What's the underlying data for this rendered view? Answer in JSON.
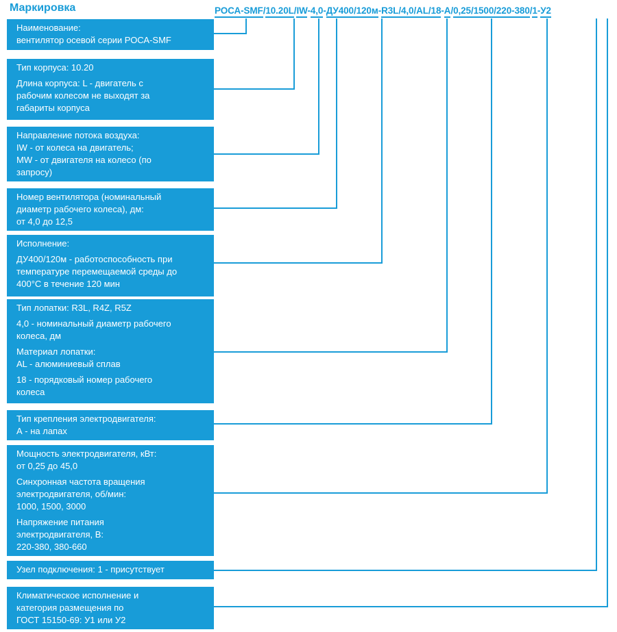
{
  "title": "Маркировка",
  "colors": {
    "accent": "#189cd8",
    "text_on_accent": "#ffffff",
    "background": "#ffffff"
  },
  "code": {
    "full": "РОСА-SMF/10.20L/IW-4,0-ДУ400/120м-R3L/4,0/AL/18-А/0,25/1500/220-380/1-У2",
    "parts": [
      {
        "text": "РОСА-SMF",
        "underlined": true
      },
      {
        "text": "/",
        "underlined": false
      },
      {
        "text": "10.20L",
        "underlined": true
      },
      {
        "text": "/",
        "underlined": false
      },
      {
        "text": "IW",
        "underlined": true
      },
      {
        "text": "-",
        "underlined": false
      },
      {
        "text": "4,0",
        "underlined": true
      },
      {
        "text": "-",
        "underlined": false
      },
      {
        "text": "ДУ400/120м",
        "underlined": true
      },
      {
        "text": "-",
        "underlined": false
      },
      {
        "text": "R3L/4,0/AL/18",
        "underlined": true
      },
      {
        "text": "-",
        "underlined": false
      },
      {
        "text": "А",
        "underlined": true
      },
      {
        "text": "/",
        "underlined": false
      },
      {
        "text": "0,25/1500/220-380",
        "underlined": true
      },
      {
        "text": "/",
        "underlined": false
      },
      {
        "text": "1",
        "underlined": true
      },
      {
        "text": "-",
        "underlined": false
      },
      {
        "text": "У2",
        "underlined": true
      }
    ]
  },
  "boxes": [
    {
      "key": "name",
      "paragraphs": [
        "Наименование:\nвентилятор осевой серии РОСА-SMF"
      ]
    },
    {
      "key": "housing",
      "paragraphs": [
        "Тип корпуса: 10.20",
        "Длина корпуса: L - двигатель с\nрабочим колесом не выходят за\nгабариты корпуса"
      ]
    },
    {
      "key": "airflow",
      "paragraphs": [
        "Направление потока воздуха:\nIW - от колеса на двигатель;\nMW - от двигателя на колесо (по\nзапросу)"
      ]
    },
    {
      "key": "fan-number",
      "paragraphs": [
        "Номер вентилятора (номинальный\nдиаметр рабочего колеса), дм:\nот 4,0 до 12,5"
      ]
    },
    {
      "key": "execution",
      "paragraphs": [
        "Исполнение:",
        "ДУ400/120м - работоспособность при\nтемпературе перемещаемой среды до\n400°С в течение 120 мин"
      ]
    },
    {
      "key": "blade",
      "paragraphs": [
        "Тип лопатки: R3L, R4Z, R5Z",
        "4,0 - номинальный диаметр рабочего\nколеса, дм",
        "Материал лопатки:\nAL - алюминиевый сплав",
        "18 - порядковый номер рабочего\nколеса"
      ]
    },
    {
      "key": "motor-mounting",
      "paragraphs": [
        "Тип крепления электродвигателя:\nА - на лапах"
      ]
    },
    {
      "key": "motor-power",
      "paragraphs": [
        "Мощность электродвигателя, кВт:\nот 0,25 до 45,0",
        "Синхронная частота вращения\nэлектродвигателя, об/мин:\n1000, 1500, 3000",
        "Напряжение питания\nэлектродвигателя, В:\n220-380, 380-660"
      ]
    },
    {
      "key": "connection-unit",
      "paragraphs": [
        "Узел подключения: 1 - присутствует"
      ]
    },
    {
      "key": "climatic",
      "paragraphs": [
        "Климатическое исполнение и\nкатегория размещения по\nГОСТ 15150-69: У1 или У2"
      ]
    }
  ]
}
